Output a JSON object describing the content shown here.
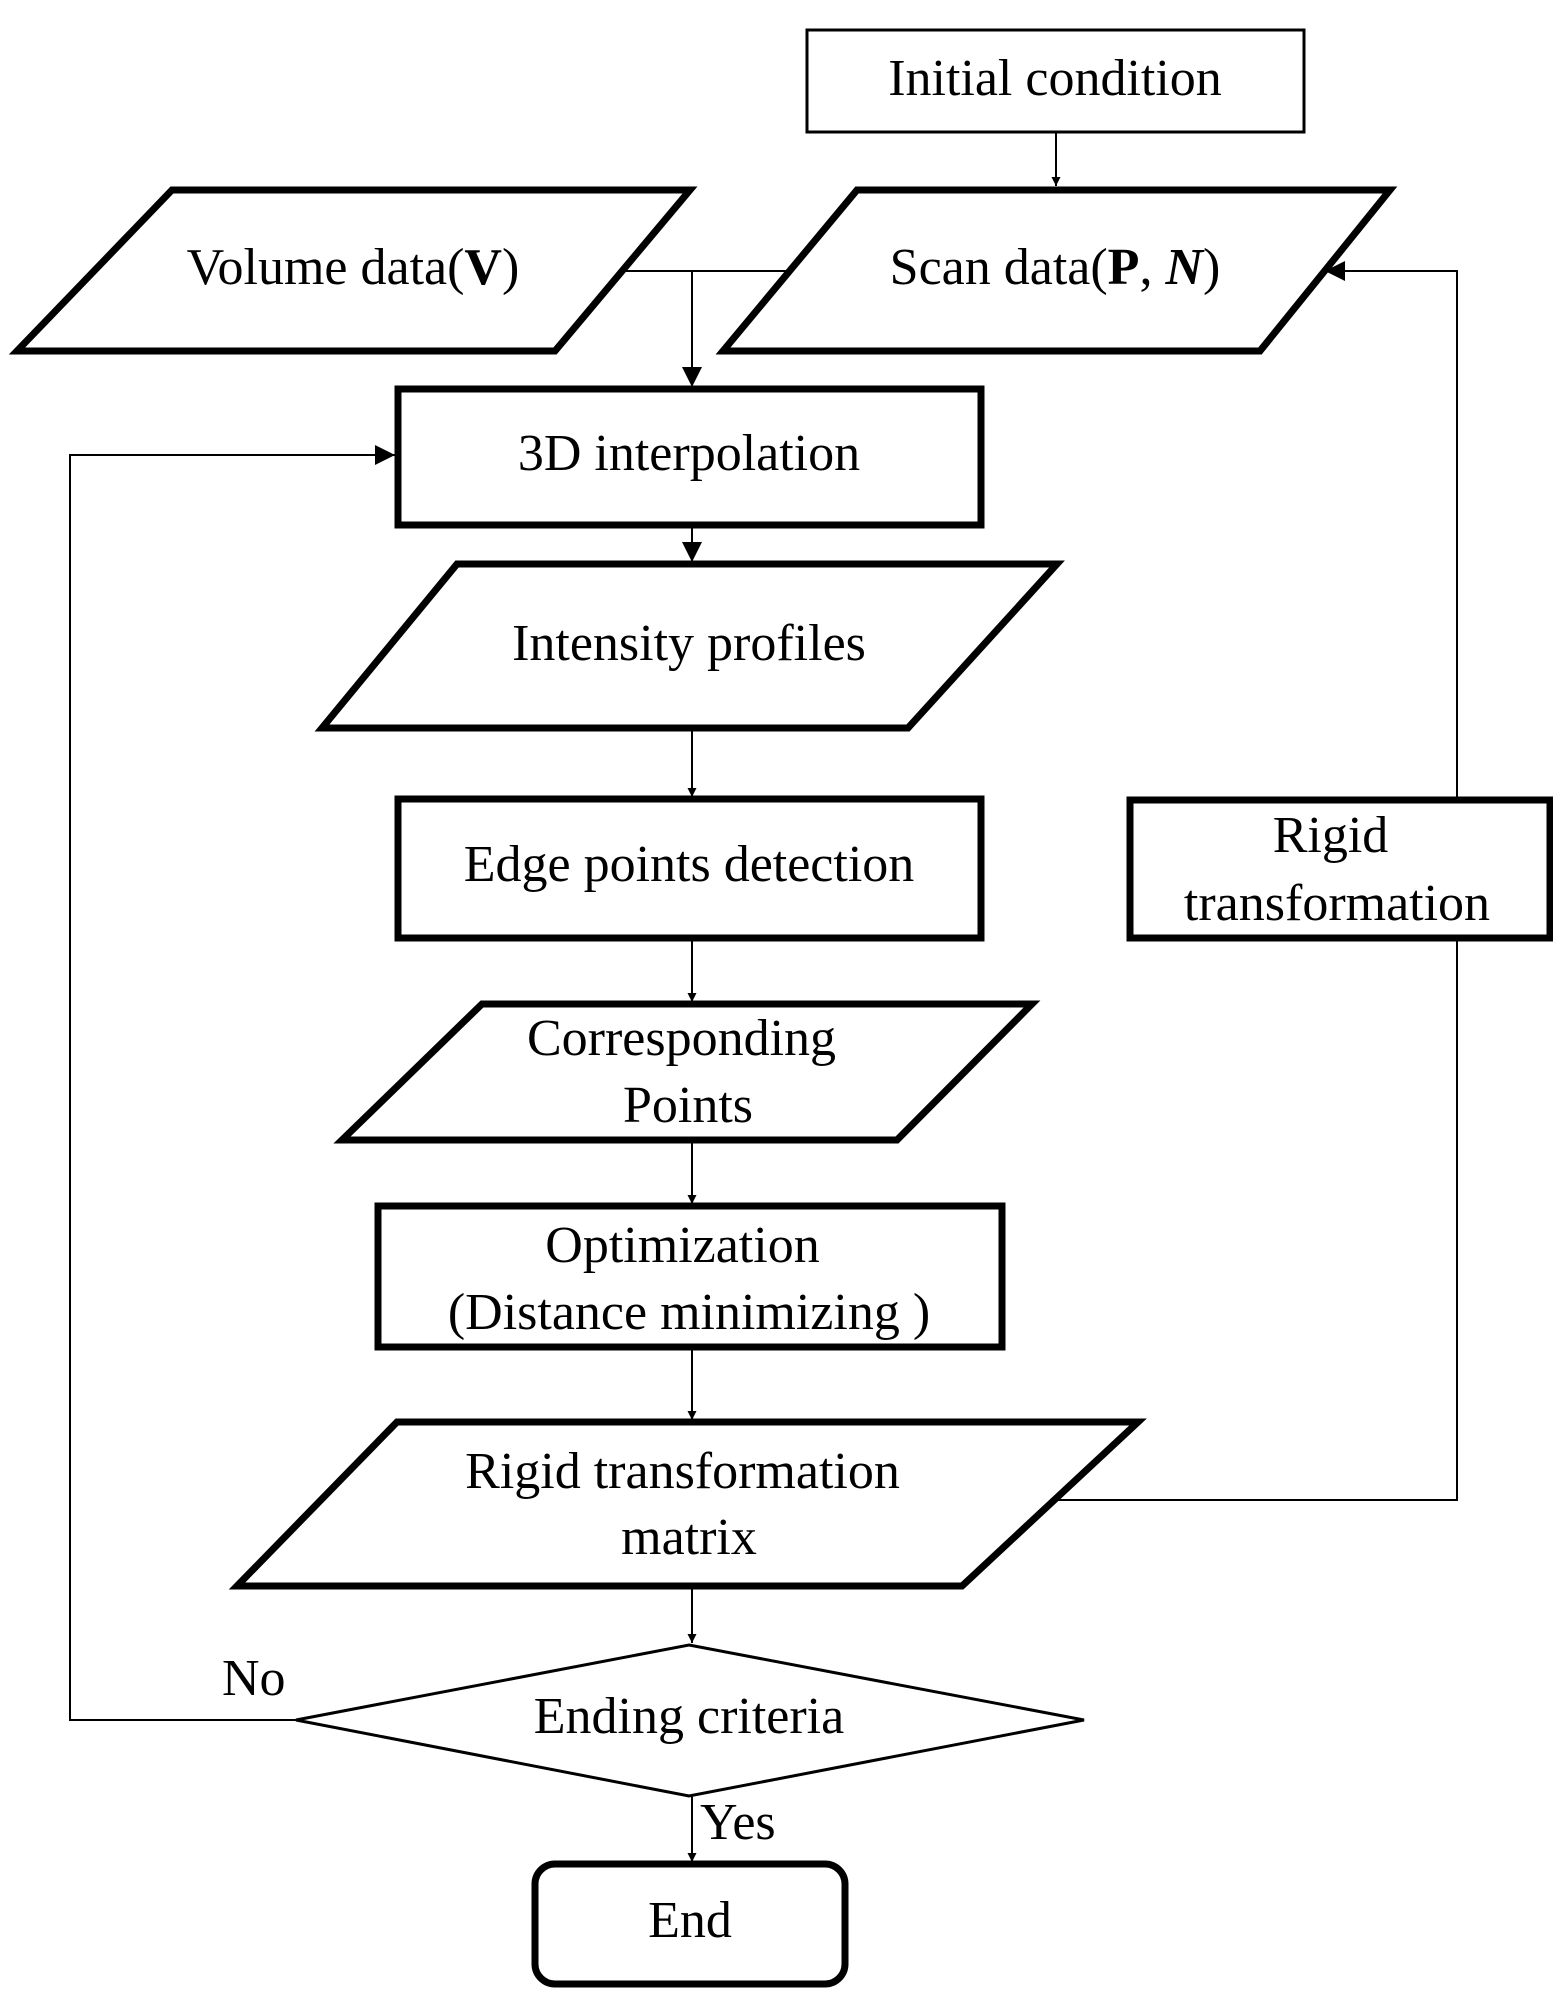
{
  "nodes": {
    "initial": {
      "label": "Initial condition"
    },
    "volume": {
      "label_prefix": "Volume data(",
      "label_bold": "V",
      "label_suffix": ")"
    },
    "scan": {
      "label_prefix": "Scan data(",
      "label_bold": "P",
      "label_sep": ", ",
      "label_italic": "N",
      "label_suffix": ")"
    },
    "interp": {
      "label": "3D interpolation"
    },
    "intensity": {
      "label": "Intensity profiles"
    },
    "edge": {
      "label": "Edge points detection"
    },
    "corresponding": {
      "line1": "Corresponding",
      "line2": "Points"
    },
    "optimization": {
      "line1": "Optimization",
      "line2": "(Distance minimizing )"
    },
    "matrix": {
      "line1": "Rigid transformation",
      "line2": "matrix"
    },
    "ending": {
      "label": "Ending criteria"
    },
    "end": {
      "label": "End"
    },
    "rigid": {
      "line1": "Rigid",
      "line2": "transformation"
    }
  },
  "edge_labels": {
    "no": "No",
    "yes": "Yes"
  }
}
